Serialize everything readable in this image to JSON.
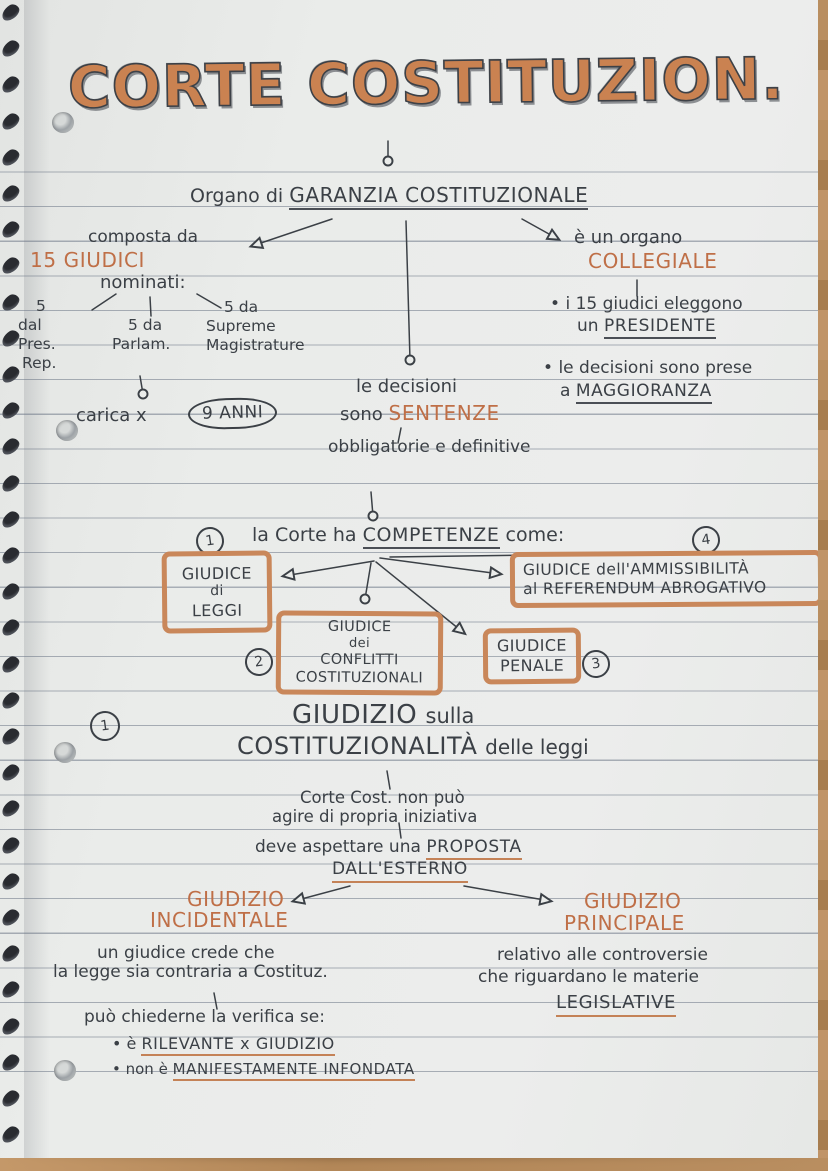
{
  "title": "CORTE COSTITUZION.",
  "definition": {
    "prefix": "Organo di",
    "term": "GARANZIA COSTITUZIONALE"
  },
  "composition": {
    "label": "composta da",
    "value": "15 GIUDICI",
    "nominated_label": "nominati:",
    "nominees": [
      {
        "l1": "5",
        "l2": "dal",
        "l3": "Pres.",
        "l4": "Rep."
      },
      {
        "l1": "5 da",
        "l2": "Parlam."
      },
      {
        "l1": "5 da",
        "l2": "Supreme",
        "l3": "Magistrature"
      }
    ],
    "term_label": "carica x",
    "term_value": "9 ANNI"
  },
  "decisions": {
    "l1": "le decisioni",
    "l2_prefix": "sono",
    "l2_term": "SENTENZE",
    "l3": "obbligatorie e definitive"
  },
  "collegiality": {
    "l1": "è un organo",
    "term": "COLLEGIALE",
    "b1_l1": "i 15 giudici eleggono",
    "b1_l2_prefix": "un",
    "b1_l2_term": "PRESIDENTE",
    "b2_l1": "le decisioni sono prese",
    "b2_l2_prefix": "a",
    "b2_l2_term": "MAGGIORANZA"
  },
  "competences": {
    "number": "1",
    "intro_prefix": "la Corte ha",
    "intro_term": "COMPETENZE",
    "intro_suffix": "come:",
    "box1": {
      "number": "1",
      "l1": "GIUDICE",
      "l2": "di",
      "l3": "LEGGI"
    },
    "box2": {
      "number": "2",
      "l1": "GIUDICE",
      "l2": "dei",
      "l3": "CONFLITTI",
      "l4": "COSTITUZIONALI"
    },
    "box3": {
      "number": "3",
      "l1": "GIUDICE",
      "l2": "PENALE"
    },
    "box4": {
      "number": "4",
      "l1": "GIUDICE dell'AMMISSIBILITÀ",
      "l2": "al REFERENDUM ABROGATIVO"
    }
  },
  "judgment": {
    "number": "1",
    "t1_term": "GIUDIZIO",
    "t1_suffix": "sulla",
    "t2_term": "COSTITUZIONALITÀ",
    "t2_suffix": "delle leggi",
    "n1_l1": "Corte Cost. non può",
    "n1_l2": "agire di propria iniziativa",
    "n2_prefix": "deve aspettare una",
    "n2_term": "PROPOSTA",
    "n2_term2": "DALL'ESTERNO"
  },
  "incidentale": {
    "t1": "GIUDIZIO",
    "t2": "INCIDENTALE",
    "b_l1": "un giudice crede che",
    "b_l2": "la legge sia contraria a Costituz.",
    "sub": "può chiederne la verifica se:",
    "bullet1_prefix": "è",
    "bullet1_term": "RILEVANTE x GIUDIZIO",
    "bullet2_prefix": "non è",
    "bullet2_term": "MANIFESTAMENTE INFONDATA"
  },
  "principale": {
    "t1": "GIUDIZIO",
    "t2": "PRINCIPALE",
    "b_l1": "relativo alle controversie",
    "b_l2": "che riguardano le materie",
    "term": "LEGISLATIVE"
  },
  "colors": {
    "ink": "#3b4046",
    "accent_orange": "#bf6f47",
    "box_border": "#c9875a",
    "paper": "#eaecea",
    "table_wood": "#b58a5c"
  }
}
